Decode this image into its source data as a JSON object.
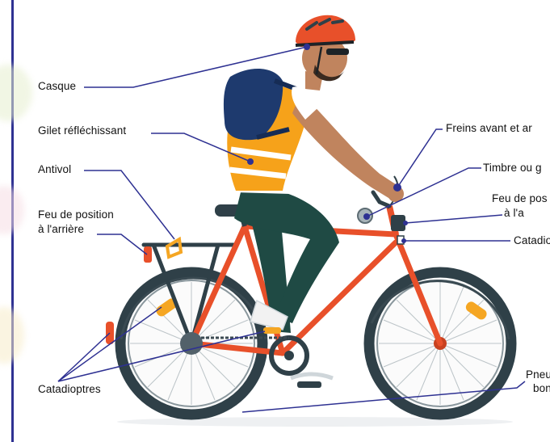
{
  "labels": {
    "casque": "Casque",
    "gilet": "Gilet réfléchissant",
    "antivol": "Antivol",
    "feu_arriere_1": "Feu de position",
    "feu_arriere_2": "à l'arrière",
    "catadioptres": "Catadioptres",
    "freins": "Freins avant et ar",
    "timbre": "Timbre ou g",
    "feu_avant_1": "Feu de pos",
    "feu_avant_2": "à l'a",
    "catadio_avant": "Catadio",
    "pneu_1": "Pneu",
    "pneu_2": "bon"
  },
  "colors": {
    "frame": "#e8502a",
    "wheel": "#2f4048",
    "leader_line": "#2e3192",
    "vest": "#f6a21a",
    "pants": "#1f4a44",
    "backpack": "#1e3a6e",
    "helmet": "#e8502a",
    "skin": "#c0845e",
    "reflector": "#f5a623"
  }
}
